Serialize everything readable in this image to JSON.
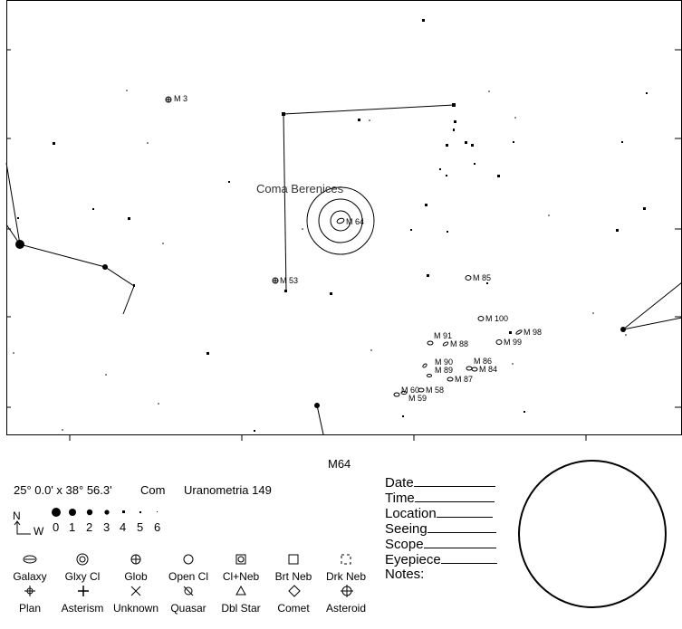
{
  "chart": {
    "constellation_label": "Coma Berenices",
    "object_labels": [
      "M 3",
      "M 64",
      "M 53",
      "M 85",
      "M 100",
      "M 98",
      "M 91",
      "M 88",
      "M 99",
      "M 90",
      "M 86",
      "M 89",
      "M 84",
      "M 87",
      "M 60",
      "M 58",
      "M 59"
    ]
  },
  "footer": {
    "object_title": "M64",
    "field_of_view": "25° 0.0' x 38° 56.3'",
    "constellation_abbr": "Com",
    "atlas_ref": "Uranometria 149",
    "compass_n": "N",
    "compass_w": "W",
    "magnitudes": [
      "0",
      "1",
      "2",
      "3",
      "4",
      "5",
      "6"
    ],
    "symbols_row1": [
      "Galaxy",
      "Glxy Cl",
      "Glob",
      "Open Cl",
      "Cl+Neb",
      "Brt Neb",
      "Drk Neb"
    ],
    "symbols_row2": [
      "Plan",
      "Asterism",
      "Unknown",
      "Quasar",
      "Dbl Star",
      "Comet",
      "Asteroid"
    ],
    "log_fields": [
      "Date",
      "Time",
      "Location",
      "Seeing",
      "Scope",
      "Eyepiece",
      "Notes:"
    ]
  }
}
